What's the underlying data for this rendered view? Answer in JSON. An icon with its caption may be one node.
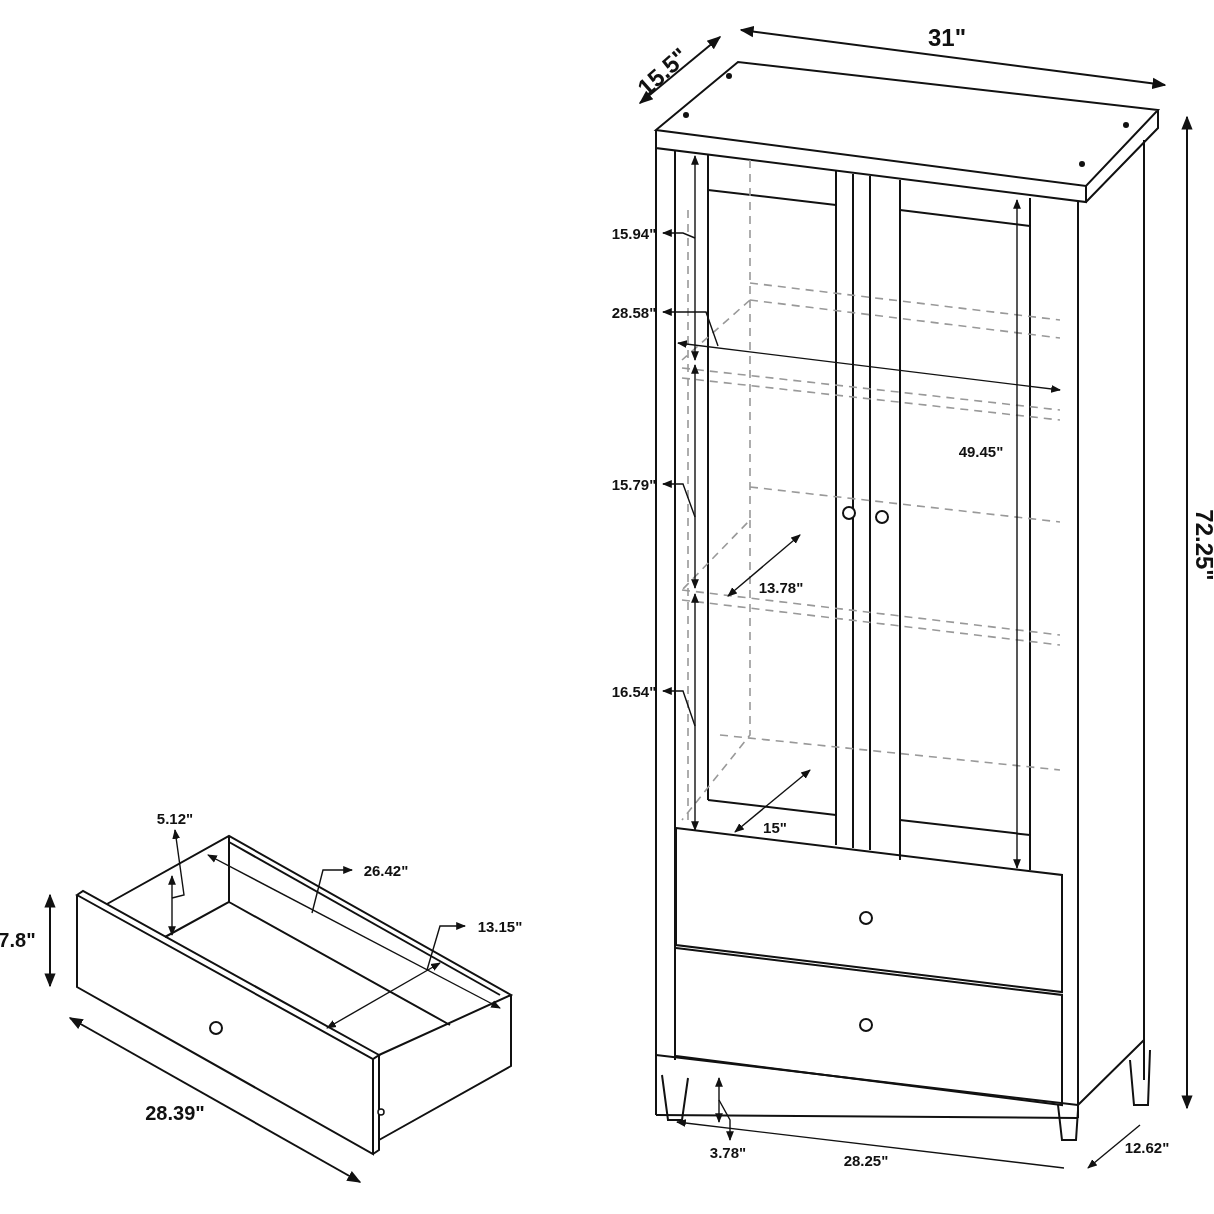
{
  "diagram": {
    "labels": [
      "15.5\"",
      "31\"",
      "15.94\"",
      "72.25\"",
      "28.58\"",
      "49.45\"",
      "15.79\"",
      "13.78\"",
      "16.54\"",
      "5.12\"",
      "15\"",
      "26.42\"",
      "7.8\"",
      "13.15\"",
      "28.39\"",
      "3.78\"",
      "28.25\"",
      "12.62\""
    ]
  }
}
